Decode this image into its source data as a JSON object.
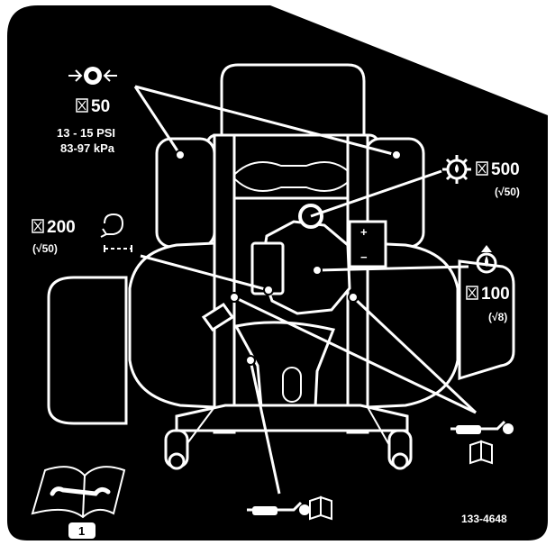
{
  "tire": {
    "hours_icon": "hourglass-icon",
    "hours": "50",
    "pressure_psi": "13 - 15 PSI",
    "pressure_kpa": "83-97 kPa"
  },
  "engine_oil_filter": {
    "hours_icon": "hourglass-icon",
    "hours": "500",
    "first_service": "(√50)"
  },
  "air_cleaner": {
    "hours_icon": "hourglass-icon",
    "hours": "200",
    "first_service": "(√50)"
  },
  "engine_oil": {
    "hours_icon": "hourglass-icon",
    "hours": "100",
    "first_service": "(√8)"
  },
  "battery": {
    "plus": "+",
    "minus": "−"
  },
  "footer": {
    "part_number": "133-4648",
    "manual_number": "1"
  },
  "colors": {
    "decal_background": "#000000",
    "artwork": "#ffffff"
  }
}
